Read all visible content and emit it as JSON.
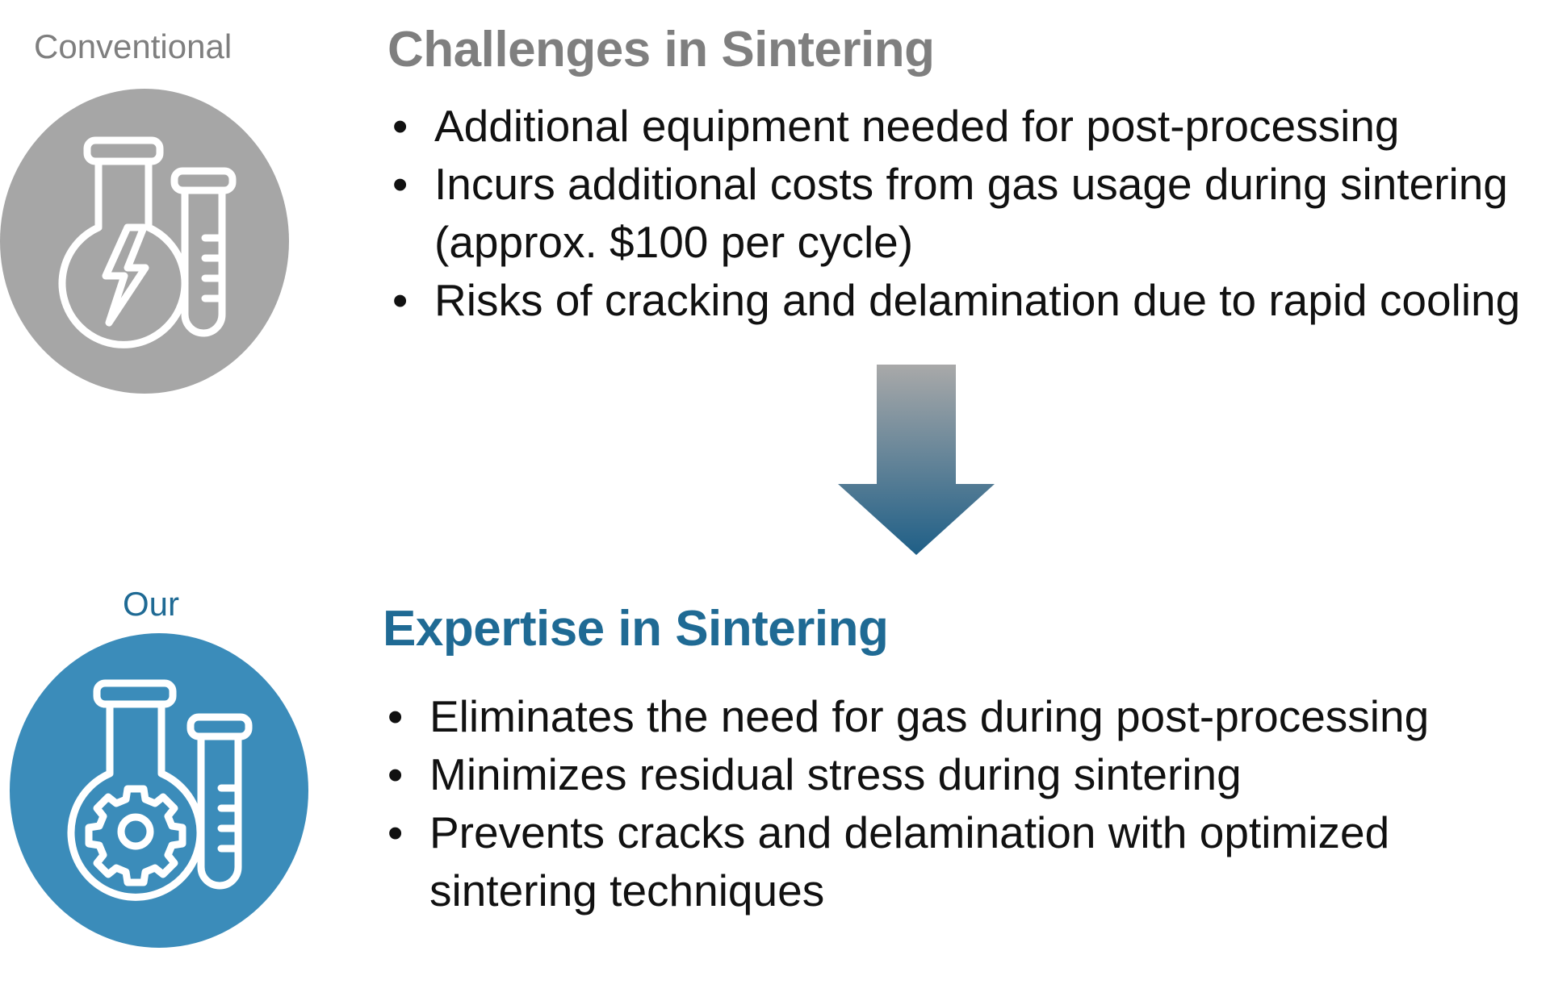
{
  "conventional": {
    "label": "Conventional",
    "icon": "flask-lightning-icon",
    "heading": "Challenges in Sintering",
    "items": [
      "Additional equipment needed for post-processing",
      "Incurs additional costs from gas usage during sintering (approx. $100 per cycle)",
      "Risks of cracking and delamination due to rapid cooling"
    ]
  },
  "ours": {
    "label": "Our",
    "icon": "flask-gear-icon",
    "heading": "Expertise in Sintering",
    "items": [
      "Eliminates the need for gas during post-processing",
      "Minimizes residual stress during sintering",
      "Prevents cracks and delamination with optimized sintering techniques"
    ]
  },
  "transition": {
    "icon": "down-arrow-icon"
  },
  "colors": {
    "gray_text": "#7f7f7f",
    "gray_circle": "#a6a6a6",
    "blue_text": "#1f6a94",
    "blue_circle": "#3b8cba",
    "arrow_top": "#a9a9a9",
    "arrow_bottom": "#1f5f87",
    "body_text": "#111111"
  }
}
